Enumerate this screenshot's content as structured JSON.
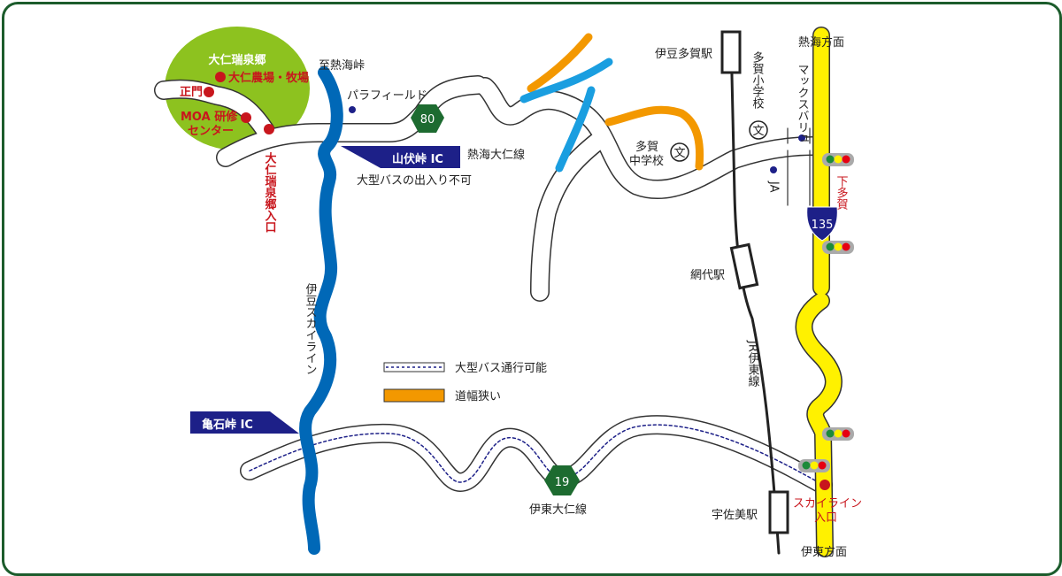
{
  "colors": {
    "frame": "#1c5c2c",
    "resort_area": "#8dc21f",
    "skyline": "#0068b7",
    "narrow_road": "#f39800",
    "route_135": "#fff100",
    "river": "#1a9ee0",
    "route_badge": "#1d6b30",
    "ic_label": "#1d2088",
    "poi_red": "#c8161d"
  },
  "resort": {
    "name": "大仁瑞泉郷",
    "farm": "大仁農場・牧場",
    "gate": "正門",
    "moa_line1": "MOA 研修",
    "moa_line2": "センター",
    "entrance": "大仁瑞泉郷入口"
  },
  "labels": {
    "to_atami_pass": "至熱海峠",
    "parafield": "パラフィールド",
    "route80": "80",
    "yamabushi_ic": "山伏峠 IC",
    "no_large_bus": "大型バスの出入り不可",
    "atami_ohito_line": "熱海大仁線",
    "izu_skyline": "伊豆スカイライン",
    "kameishi_ic": "亀石峠 IC",
    "route19": "19",
    "ito_ohito_line": "伊東大仁線",
    "izu_taga_station": "伊豆多賀駅",
    "taga_elementary": "多賀小学校",
    "school_icon": "文",
    "taga_junior_line1": "多賀",
    "taga_junior_line2": "中学校",
    "maxvalu": "マックスバリュ",
    "ja": "JA",
    "to_atami": "熱海方面",
    "shimotaga": "下多賀",
    "route135": "135",
    "ajiro_station": "網代駅",
    "jr_ito_line": "JR伊東線",
    "usami_station": "宇佐美駅",
    "skyline_entrance_line1": "スカイライン",
    "skyline_entrance_line2": "入口",
    "to_ito": "伊東方面"
  },
  "legend": [
    {
      "label": "大型バス通行可能",
      "symbol": "dotted-road"
    },
    {
      "label": "道幅狭い",
      "symbol": "orange-road"
    }
  ]
}
